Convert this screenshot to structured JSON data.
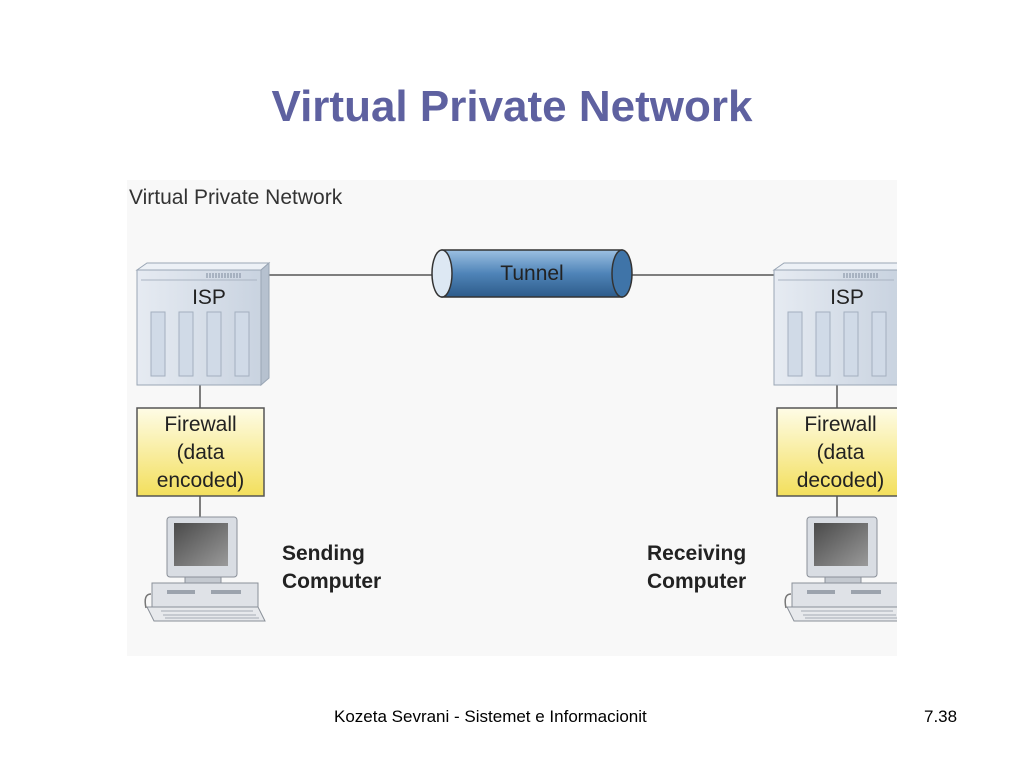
{
  "slide": {
    "title": "Virtual Private Network",
    "title_color": "#5e61a0"
  },
  "diagram": {
    "caption": "Virtual Private Network",
    "tunnel_label": "Tunnel",
    "left": {
      "server_label": "ISP",
      "firewall_label": "Firewall\n(data\nencoded)",
      "computer_label": "Sending\nComputer"
    },
    "right": {
      "server_label": "ISP",
      "firewall_label": "Firewall\n(data\ndecoded)",
      "computer_label": "Receiving\nComputer"
    },
    "colors": {
      "tunnel": "#4f84b8",
      "firewall_top": "#fefce6",
      "firewall_bottom": "#f3df5c",
      "server": "#c9d3e0",
      "line": "#555555"
    }
  },
  "footer": {
    "text": "Kozeta Sevrani - Sistemet e Informacionit",
    "page": "7.38"
  }
}
